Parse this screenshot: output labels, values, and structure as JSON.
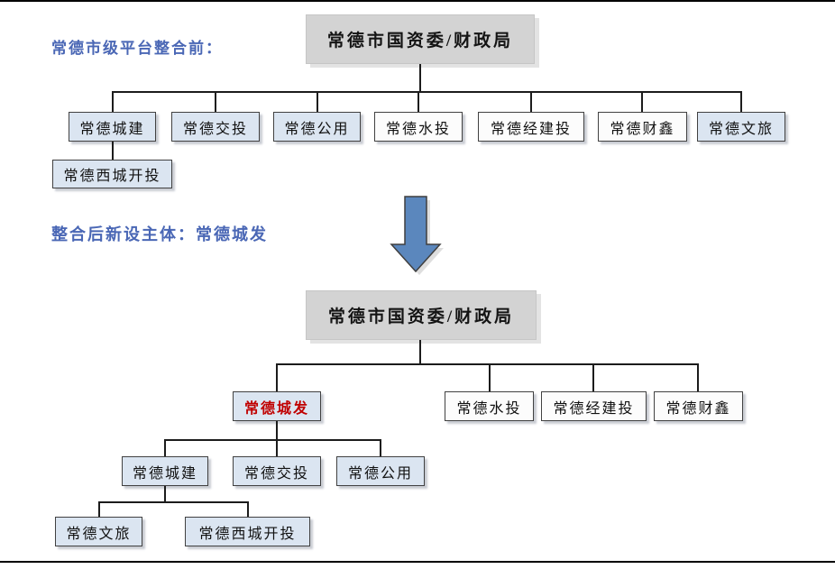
{
  "colors": {
    "accent_blue_text": "#4a67b5",
    "highlight_red_text": "#c00000",
    "node_blue_fill": "#dbe5f1",
    "node_white_fill": "#fcfcfc",
    "root_gray_fill": "#d3d3d3",
    "arrow_fill": "#5b87bd",
    "connector_line": "#1c1c1c"
  },
  "before": {
    "section_label": "常德市级平台整合前：",
    "root_label": "常德市国资委/财政局",
    "children": [
      {
        "label": "常德城建"
      },
      {
        "label": "常德交投"
      },
      {
        "label": "常德公用"
      },
      {
        "label": "常德水投"
      },
      {
        "label": "常德经建投"
      },
      {
        "label": "常德财鑫"
      },
      {
        "label": "常德文旅"
      }
    ],
    "sub_child_label": "常德西城开投"
  },
  "transition": {
    "section_label": "整合后新设主体：常德城发",
    "arrow_icon": "down-arrow"
  },
  "after": {
    "root_label": "常德市国资委/财政局",
    "level2": [
      {
        "label": "常德城发"
      },
      {
        "label": "常德水投"
      },
      {
        "label": "常德经建投"
      },
      {
        "label": "常德财鑫"
      }
    ],
    "level3": [
      {
        "label": "常德城建"
      },
      {
        "label": "常德交投"
      },
      {
        "label": "常德公用"
      }
    ],
    "level4": [
      {
        "label": "常德文旅"
      },
      {
        "label": "常德西城开投"
      }
    ]
  }
}
